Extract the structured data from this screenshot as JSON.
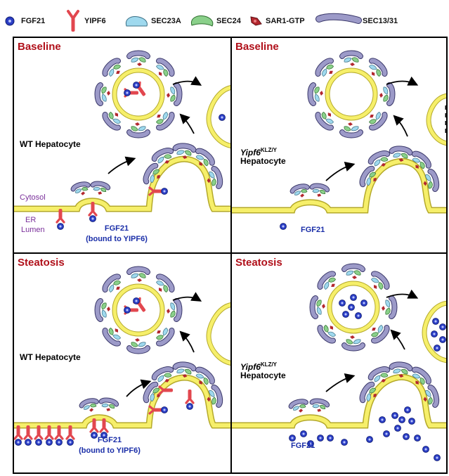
{
  "legend": [
    {
      "label": "FGF21",
      "icon": "fgf21-icon"
    },
    {
      "label": "YIPF6",
      "icon": "yipf6-icon"
    },
    {
      "label": "SEC23A",
      "icon": "sec23a-icon"
    },
    {
      "label": "SEC24",
      "icon": "sec24-icon"
    },
    {
      "label": "SAR1-GTP",
      "icon": "sar1-gtp-icon"
    },
    {
      "label": "SEC13/31",
      "icon": "sec13-31-icon"
    }
  ],
  "panels": {
    "top_left": {
      "title": "Baseline",
      "cell": "WT Hepatocyte",
      "cytosol": "Cytosol",
      "er_line1": "ER",
      "er_line2": "Lumen",
      "fgf21": "FGF21",
      "fgf21_sub": "(bound to YIPF6)"
    },
    "top_right": {
      "title": "Baseline",
      "gene": "Yipf6",
      "superscript": "KLZ/Y",
      "cell": "Hepatocyte",
      "fgf21": "FGF21"
    },
    "bottom_left": {
      "title": "Steatosis",
      "cell": "WT Hepatocyte",
      "fgf21": "FGF21",
      "fgf21_sub": "(bound to YIPF6)"
    },
    "bottom_right": {
      "title": "Steatosis",
      "gene": "Yipf6",
      "superscript": "KLZ/Y",
      "cell": "Hepatocyte",
      "fgf21": "FGF21"
    }
  },
  "colors": {
    "membrane": "#f6ef6a",
    "membrane_edge": "#b4a92a",
    "fgf21": "#2b3ec4",
    "yipf6": "#e2474f",
    "sec23a": "#9fd9ee",
    "sec24": "#8ad08a",
    "sar1": "#b3282f",
    "sec13": "#9c9ac8",
    "title": "#b0101a",
    "label_purple": "#7a2f9a",
    "label_blue": "#1a2ea8"
  }
}
